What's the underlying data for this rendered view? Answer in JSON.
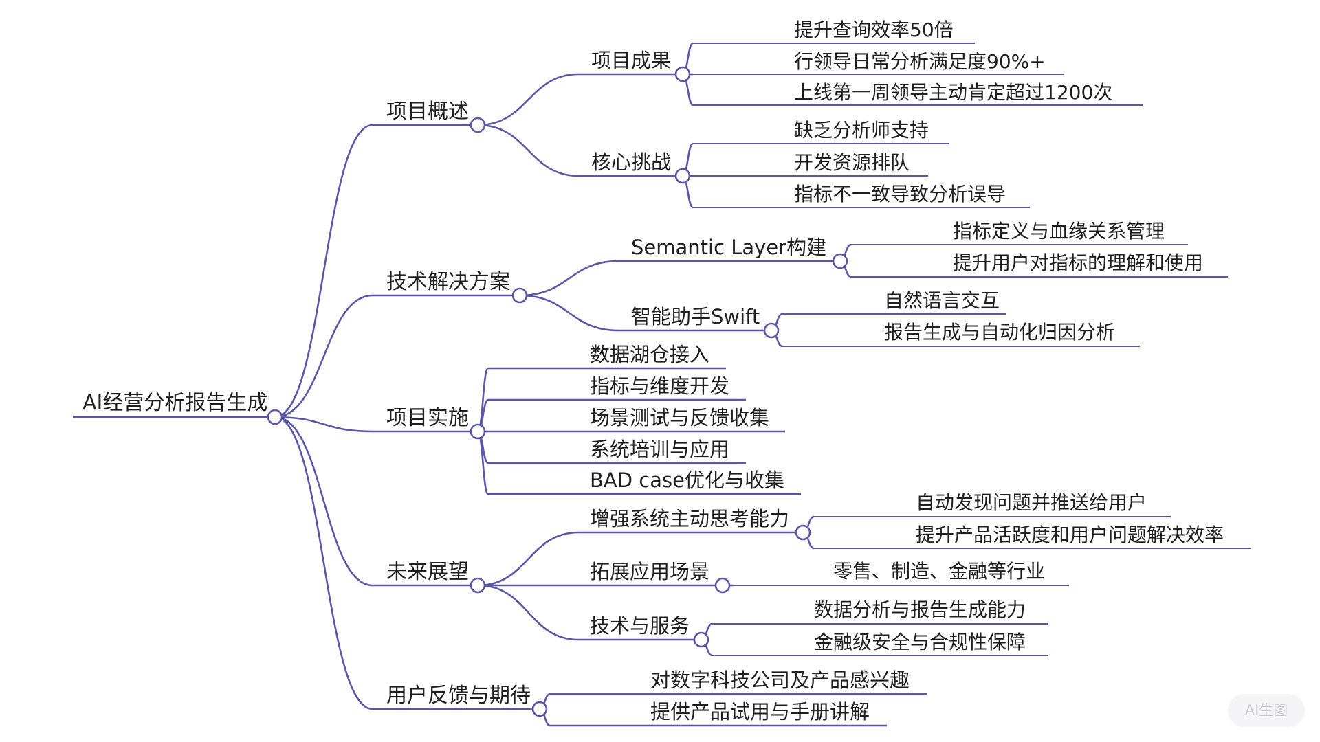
{
  "colors": {
    "line": "#5b57a8",
    "node_fill": "#ffffff",
    "text": "#1f1f1f"
  },
  "mindmap": {
    "root": {
      "label": "AI经营分析报告生成",
      "children": [
        {
          "label": "项目概述",
          "children": [
            {
              "label": "项目成果",
              "children": [
                {
                  "label": "提升查询效率50倍"
                },
                {
                  "label": "行领导日常分析满足度90%+"
                },
                {
                  "label": "上线第一周领导主动肯定超过1200次"
                }
              ]
            },
            {
              "label": "核心挑战",
              "children": [
                {
                  "label": "缺乏分析师支持"
                },
                {
                  "label": "开发资源排队"
                },
                {
                  "label": "指标不一致导致分析误导"
                }
              ]
            }
          ]
        },
        {
          "label": "技术解决方案",
          "children": [
            {
              "label": "Semantic Layer构建",
              "children": [
                {
                  "label": "指标定义与血缘关系管理"
                },
                {
                  "label": "提升用户对指标的理解和使用"
                }
              ]
            },
            {
              "label": "智能助手Swift",
              "children": [
                {
                  "label": "自然语言交互"
                },
                {
                  "label": "报告生成与自动化归因分析"
                }
              ]
            }
          ]
        },
        {
          "label": "项目实施",
          "children": [
            {
              "label": "数据湖仓接入"
            },
            {
              "label": "指标与维度开发"
            },
            {
              "label": "场景测试与反馈收集"
            },
            {
              "label": "系统培训与应用"
            },
            {
              "label": "BAD case优化与收集"
            }
          ]
        },
        {
          "label": "未来展望",
          "children": [
            {
              "label": "增强系统主动思考能力",
              "children": [
                {
                  "label": "自动发现问题并推送给用户"
                },
                {
                  "label": "提升产品活跃度和用户问题解决效率"
                }
              ]
            },
            {
              "label": "拓展应用场景",
              "children": [
                {
                  "label": "零售、制造、金融等行业"
                }
              ]
            },
            {
              "label": "技术与服务",
              "children": [
                {
                  "label": "数据分析与报告生成能力"
                },
                {
                  "label": "金融级安全与合规性保障"
                }
              ]
            }
          ]
        },
        {
          "label": "用户反馈与期待",
          "children": [
            {
              "label": "对数字科技公司及产品感兴趣"
            },
            {
              "label": "提供产品试用与手册讲解"
            }
          ]
        }
      ]
    }
  },
  "watermark": {
    "label": "AI生图"
  }
}
